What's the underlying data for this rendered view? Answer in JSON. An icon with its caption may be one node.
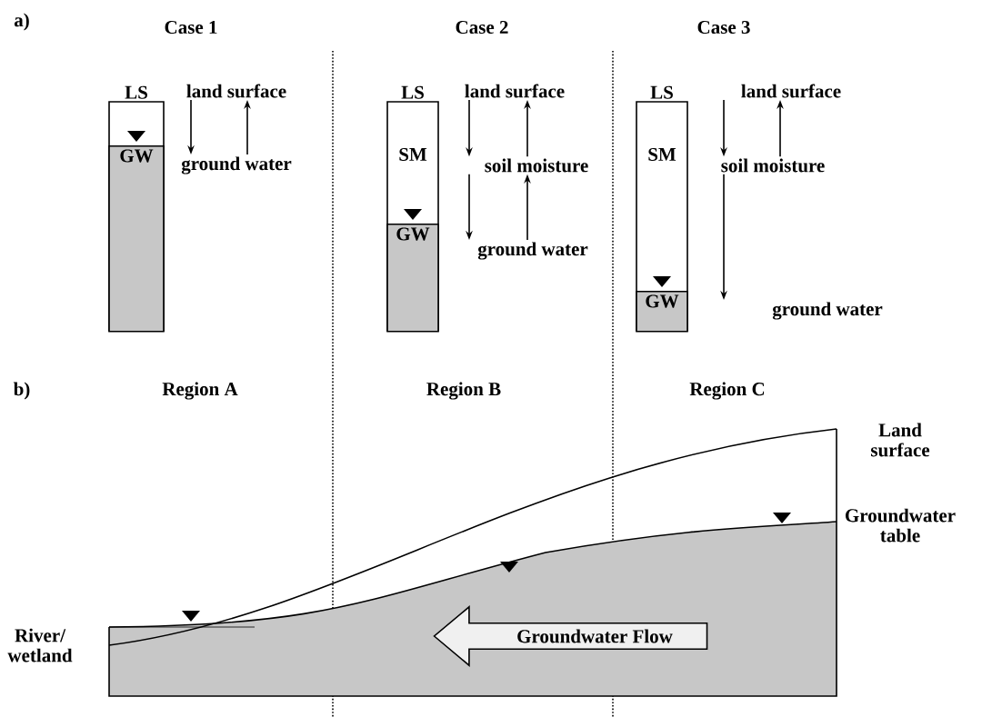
{
  "diagram": {
    "nodes": [
      {
        "text": [
          "LS"
        ]
      },
      {
        "text": [
          "GW"
        ],
        "in": 0
      },
      {
        "text": [
          "land surface"
        ]
      },
      {
        "text": [
          "ground water"
        ]
      },
      {
        "text": [
          "LS",
          "SM"
        ]
      },
      {
        "text": [
          "GW"
        ],
        "in": 4
      },
      {
        "text": [
          "land surface"
        ]
      },
      {
        "text": [
          "soil moisture"
        ]
      },
      {
        "text": [
          "ground water"
        ]
      },
      {
        "text": [
          "LS",
          "SM"
        ]
      },
      {
        "text": [
          "GW"
        ],
        "in": 9
      },
      {
        "text": [
          "land surface"
        ]
      },
      {
        "text": [
          "soil moisture"
        ]
      },
      {
        "text": [
          "ground water"
        ]
      },
      {
        "text": [
          "Groundwater Flow"
        ]
      }
    ],
    "edges": [
      {
        "from": 2,
        "to": 3,
        "arrow": "to"
      },
      {
        "from": 3,
        "to": 2,
        "arrow": "to"
      },
      {
        "from": 6,
        "to": 7,
        "arrow": "to"
      },
      {
        "from": 7,
        "to": 6,
        "arrow": "to"
      },
      {
        "from": 7,
        "to": 8,
        "arrow": "to"
      },
      {
        "from": 8,
        "to": 7,
        "arrow": "to"
      },
      {
        "from": 11,
        "to": 12,
        "arrow": "to"
      },
      {
        "from": 12,
        "to": 11,
        "arrow": "to"
      },
      {
        "from": 12,
        "to": 13,
        "arrow": "to"
      }
    ],
    "labels": [
      "a)",
      "Case 1",
      "Case 2",
      "Case 3",
      "b)",
      "Region A",
      "Region B",
      "Region C",
      "Land surface",
      "Groundwater table",
      "River/ wetland"
    ]
  }
}
